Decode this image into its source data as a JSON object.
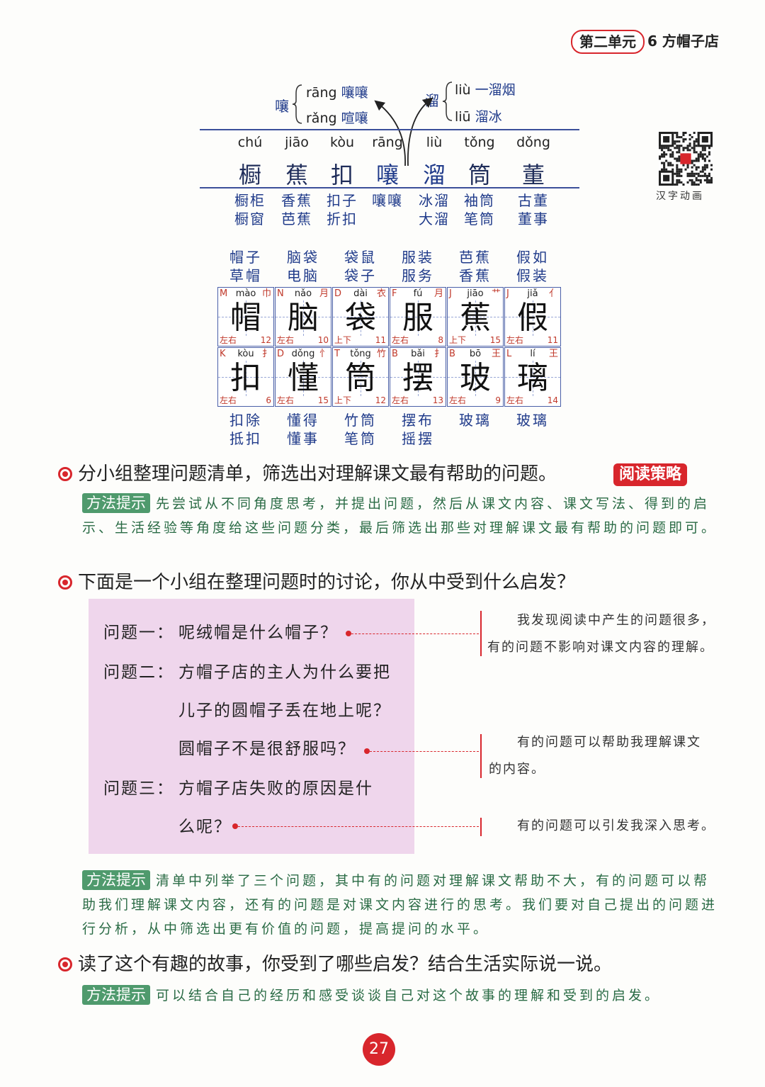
{
  "header": {
    "unit": "第二单元",
    "lesson": "6 方帽子店"
  },
  "polyphones": {
    "rang": {
      "char": "嚷",
      "r1_py": "rāng",
      "r1_word": "嚷嚷",
      "r2_py": "rǎng",
      "r2_word": "喧嚷"
    },
    "liu": {
      "char": "溜",
      "r1_py": "liù",
      "r1_word": "一溜烟",
      "r2_py": "liū",
      "r2_word": "溜冰"
    }
  },
  "read_chars": [
    {
      "py": "chú",
      "ch": "橱",
      "w1": "橱柜",
      "w2": "橱窗"
    },
    {
      "py": "jiāo",
      "ch": "蕉",
      "w1": "香蕉",
      "w2": "芭蕉"
    },
    {
      "py": "kòu",
      "ch": "扣",
      "w1": "扣子",
      "w2": "折扣"
    },
    {
      "py": "rāng",
      "ch": "嚷",
      "w1": "嚷嚷",
      "w2": ""
    },
    {
      "py": "liù",
      "ch": "溜",
      "w1": "冰溜",
      "w2": "大溜"
    },
    {
      "py": "tǒng",
      "ch": "筒",
      "w1": "袖筒",
      "w2": "笔筒"
    },
    {
      "py": "dǒng",
      "ch": "董",
      "w1": "古董",
      "w2": "董事"
    }
  ],
  "qr_label": "汉字动画",
  "write_row1_words": [
    {
      "w1": "帽子",
      "w2": "草帽"
    },
    {
      "w1": "脑袋",
      "w2": "电脑"
    },
    {
      "w1": "袋鼠",
      "w2": "袋子"
    },
    {
      "w1": "服装",
      "w2": "服务"
    },
    {
      "w1": "芭蕉",
      "w2": "香蕉"
    },
    {
      "w1": "假如",
      "w2": "假装"
    }
  ],
  "write_row1": [
    {
      "letter": "M",
      "py": "mào",
      "rad": "巾",
      "ch": "帽",
      "str": "左右",
      "cnt": "12"
    },
    {
      "letter": "N",
      "py": "nǎo",
      "rad": "月",
      "ch": "脑",
      "str": "左右",
      "cnt": "10"
    },
    {
      "letter": "D",
      "py": "dài",
      "rad": "衣",
      "ch": "袋",
      "str": "上下",
      "cnt": "11"
    },
    {
      "letter": "F",
      "py": "fú",
      "rad": "月",
      "ch": "服",
      "str": "左右",
      "cnt": "8"
    },
    {
      "letter": "J",
      "py": "jiāo",
      "rad": "艹",
      "ch": "蕉",
      "str": "上下",
      "cnt": "15"
    },
    {
      "letter": "J",
      "py": "jiǎ",
      "rad": "亻",
      "ch": "假",
      "str": "左右",
      "cnt": "11"
    }
  ],
  "write_row2": [
    {
      "letter": "K",
      "py": "kòu",
      "rad": "扌",
      "ch": "扣",
      "str": "左右",
      "cnt": "6"
    },
    {
      "letter": "D",
      "py": "dǒng",
      "rad": "忄",
      "ch": "懂",
      "str": "左右",
      "cnt": "15"
    },
    {
      "letter": "T",
      "py": "tǒng",
      "rad": "竹",
      "ch": "筒",
      "str": "上下",
      "cnt": "12"
    },
    {
      "letter": "B",
      "py": "bǎi",
      "rad": "扌",
      "ch": "摆",
      "str": "左右",
      "cnt": "13"
    },
    {
      "letter": "B",
      "py": "bō",
      "rad": "王",
      "ch": "玻",
      "str": "左右",
      "cnt": "9"
    },
    {
      "letter": "L",
      "py": "lí",
      "rad": "王",
      "ch": "璃",
      "str": "左右",
      "cnt": "14"
    }
  ],
  "write_row2_words": [
    {
      "w1": "扣除",
      "w2": "抵扣"
    },
    {
      "w1": "懂得",
      "w2": "懂事"
    },
    {
      "w1": "竹筒",
      "w2": "笔筒"
    },
    {
      "w1": "摆布",
      "w2": "摇摆"
    },
    {
      "w1": "玻璃",
      "w2": ""
    },
    {
      "w1": "玻璃",
      "w2": ""
    }
  ],
  "task1": {
    "text": "分小组整理问题清单，筛选出对理解课文最有帮助的问题。",
    "tag": "阅读策略"
  },
  "tip_badge": "方法提示",
  "tip1": "先尝试从不同角度思考，并提出问题，然后从课文内容、课文写法、得到的启示、生活经验等角度给这些问题分类，最后筛选出那些对理解课文最有帮助的问题即可。",
  "task2": "下面是一个小组在整理问题时的讨论，你从中受到什么启发？",
  "questions": {
    "q1_label": "问题一：",
    "q1_line1": "呢绒帽是什么帽子？",
    "q2_label": "问题二：",
    "q2_line1": "方帽子店的主人为什么要把",
    "q2_line2": "儿子的圆帽子丢在地上呢？",
    "q2_line3": "圆帽子不是很舒服吗？",
    "q3_label": "问题三：",
    "q3_line1": "方帽子店失败的原因是什",
    "q3_line2": "么呢？"
  },
  "notes": {
    "n1_line1": "我发现阅读中产生的问题很多，",
    "n1_line2": "有的问题不影响对课文内容的理解。",
    "n2_line1": "有的问题可以帮助我理解课文",
    "n2_line2": "的内容。",
    "n3_line1": "有的问题可以引发我深入思考。"
  },
  "tip2": "清单中列举了三个问题，其中有的问题对理解课文帮助不大，有的问题可以帮助我们理解课文内容，还有的问题是对课文内容进行的思考。我们要对自己提出的问题进行分析，从中筛选出更有价值的问题，提高提问的水平。",
  "task3": "读了这个有趣的故事，你受到了哪些启发？结合生活实际说一说。",
  "tip3": "可以结合自己的经历和感受谈谈自己对这个故事的理解和受到的启发。",
  "page_number": "27",
  "colors": {
    "accent_red": "#d8262c",
    "tip_green": "#4f9a6d",
    "ink_blue": "#1f3a8a",
    "highlight_pink": "#efd6ec"
  }
}
